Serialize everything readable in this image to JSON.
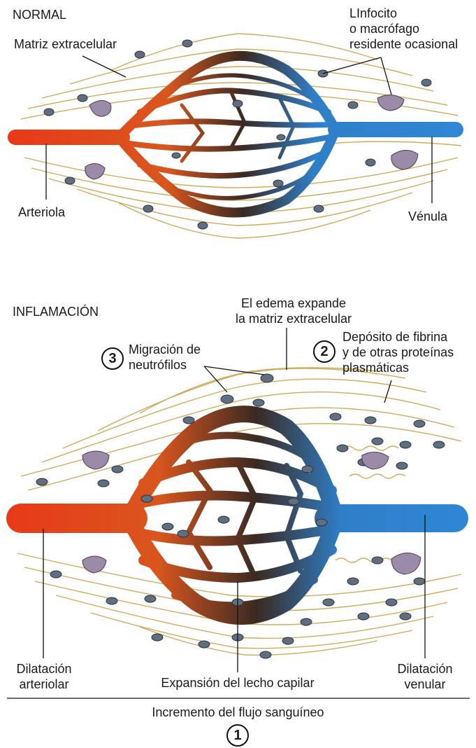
{
  "normal": {
    "section_title": "NORMAL",
    "label_matrix": "Matriz extracelular",
    "label_cells": "LInfocito\no macrófago\nresidente ocasional",
    "label_arteriole": "Arteriola",
    "label_venule": "Vénula"
  },
  "inflammation": {
    "section_title": "INFLAMACIÓN",
    "label_edema": "El edema expande\nla matriz extracelular",
    "label_fibrin": "Depósito de fibrina\ny de otras proteínas\nplasmáticas",
    "label_migration": "Migración de\nneutrófilos",
    "label_arteriolar": "Dilatación\narteriolar",
    "label_capillary": "Expansión del lecho capilar",
    "label_venular": "Dilatación\nvenular"
  },
  "badges": {
    "migration": "3",
    "fibrin": "2",
    "flow": "1"
  },
  "footer": {
    "caption": "Incremento del flujo sanguíneo"
  },
  "colors": {
    "arterial": "#e8401c",
    "capillary_mid": "#3a2a22",
    "venous": "#2f7fc8",
    "fibers": "#c9a24a",
    "cell_nucleus": "#5f6f80",
    "macrophage": "#9b8aa8"
  }
}
